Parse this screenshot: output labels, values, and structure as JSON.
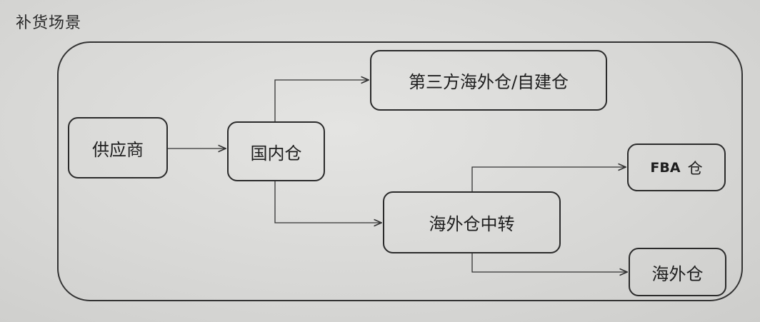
{
  "title": "补货场景",
  "nodes": {
    "supplier": "供应商",
    "domestic_warehouse": "国内仓",
    "third_party_warehouse": "第三方海外仓/自建仓",
    "overseas_transfer": "海外仓中转",
    "fba_warehouse": {
      "prefix": "FBA",
      "suffix": "仓"
    },
    "overseas_warehouse": "海外仓"
  },
  "edges": [
    {
      "from": "supplier",
      "to": "domestic_warehouse"
    },
    {
      "from": "domestic_warehouse",
      "to": "third_party_warehouse"
    },
    {
      "from": "domestic_warehouse",
      "to": "overseas_transfer"
    },
    {
      "from": "overseas_transfer",
      "to": "fba_warehouse"
    },
    {
      "from": "overseas_transfer",
      "to": "overseas_warehouse"
    }
  ],
  "colors": {
    "line": "#333333",
    "background": "#d9d9d7"
  }
}
